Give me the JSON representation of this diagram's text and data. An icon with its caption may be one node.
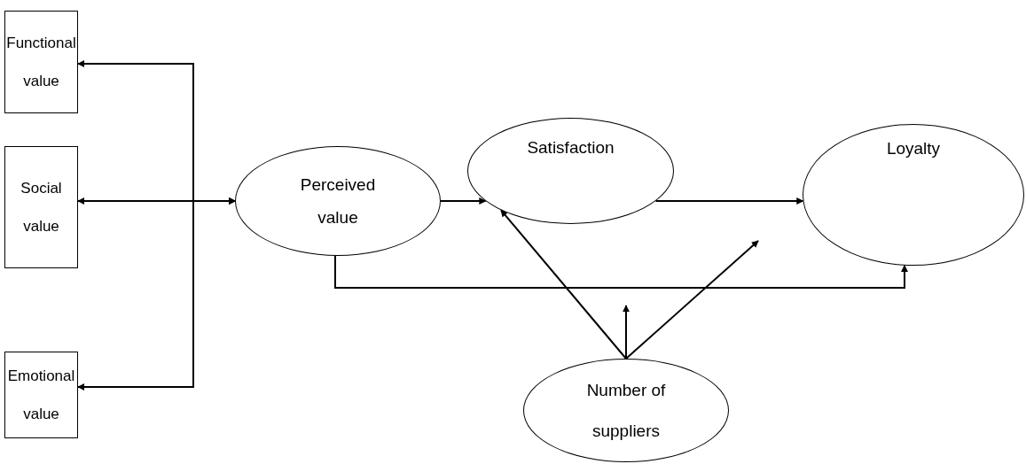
{
  "diagram": {
    "nodes": [
      {
        "text": [
          "Functional value"
        ]
      },
      {
        "text": [
          "Social value"
        ]
      },
      {
        "text": [
          "Emotional value"
        ]
      },
      {
        "text": [
          "Perceived value"
        ]
      },
      {
        "text": [
          "Satisfaction"
        ]
      },
      {
        "text": [
          "Loyalty"
        ]
      },
      {
        "text": [
          "Number of suppliers"
        ]
      }
    ],
    "edges": [
      {
        "from": 3,
        "to": 0,
        "arrow": "both"
      },
      {
        "from": 3,
        "to": 1,
        "arrow": "both"
      },
      {
        "from": 3,
        "to": 2,
        "arrow": "both"
      },
      {
        "from": 3,
        "to": 4,
        "arrow": "to"
      },
      {
        "from": 4,
        "to": 5,
        "arrow": "to"
      },
      {
        "from": 3,
        "to": 5,
        "arrow": "to"
      },
      {
        "from": 6,
        "to": 4,
        "arrow": "to"
      },
      {
        "from": 6,
        "to": null,
        "arrow": "to"
      },
      {
        "from": 6,
        "to": null,
        "arrow": "to"
      }
    ]
  }
}
